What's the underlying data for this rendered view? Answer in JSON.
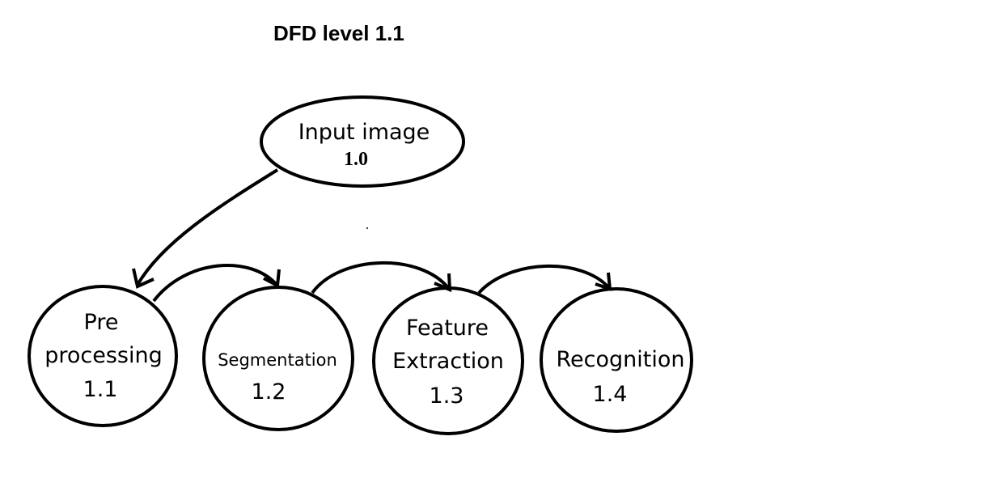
{
  "title": "DFD level 1.1",
  "input": {
    "label": "Input image",
    "number": "1.0"
  },
  "processes": [
    {
      "lines": [
        "Pre",
        "processing"
      ],
      "number": "1.1"
    },
    {
      "lines": [
        "Segmentation"
      ],
      "number": "1.2"
    },
    {
      "lines": [
        "Feature",
        "Extraction"
      ],
      "number": "1.3"
    },
    {
      "lines": [
        "Recognition"
      ],
      "number": "1.4"
    }
  ],
  "colors": {
    "stroke": "#000000",
    "background": "#ffffff"
  }
}
